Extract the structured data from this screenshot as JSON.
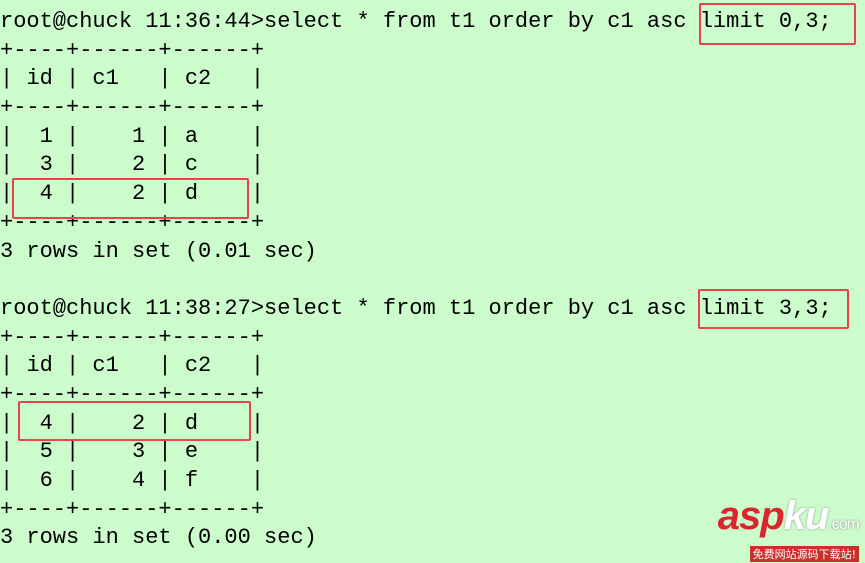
{
  "queries": [
    {
      "prompt": "root@chuck 11:36:44>",
      "sql": "select * from t1 order by c1 asc limit 0,3;",
      "border": "+----+------+------+",
      "header": "| id | c1   | c2   |",
      "rows": [
        "|  1 |    1 | a    |",
        "|  3 |    2 | c    |",
        "|  4 |    2 | d    |"
      ],
      "footer": "3 rows in set (0.01 sec)"
    },
    {
      "prompt": "root@chuck 11:38:27>",
      "sql": "select * from t1 order by c1 asc limit 3,3;",
      "border": "+----+------+------+",
      "header": "| id | c1   | c2   |",
      "rows": [
        "|  4 |    2 | d    |",
        "|  5 |    3 | e    |",
        "|  6 |    4 | f    |"
      ],
      "footer": "3 rows in set (0.00 sec)"
    }
  ],
  "watermark": {
    "logo_a": "asp",
    "logo_b": "ku",
    "domain": ".com",
    "tagline": "免费网站源码下载站!"
  },
  "colors": {
    "background": "#ccfccc",
    "highlight": "#e8424a"
  }
}
